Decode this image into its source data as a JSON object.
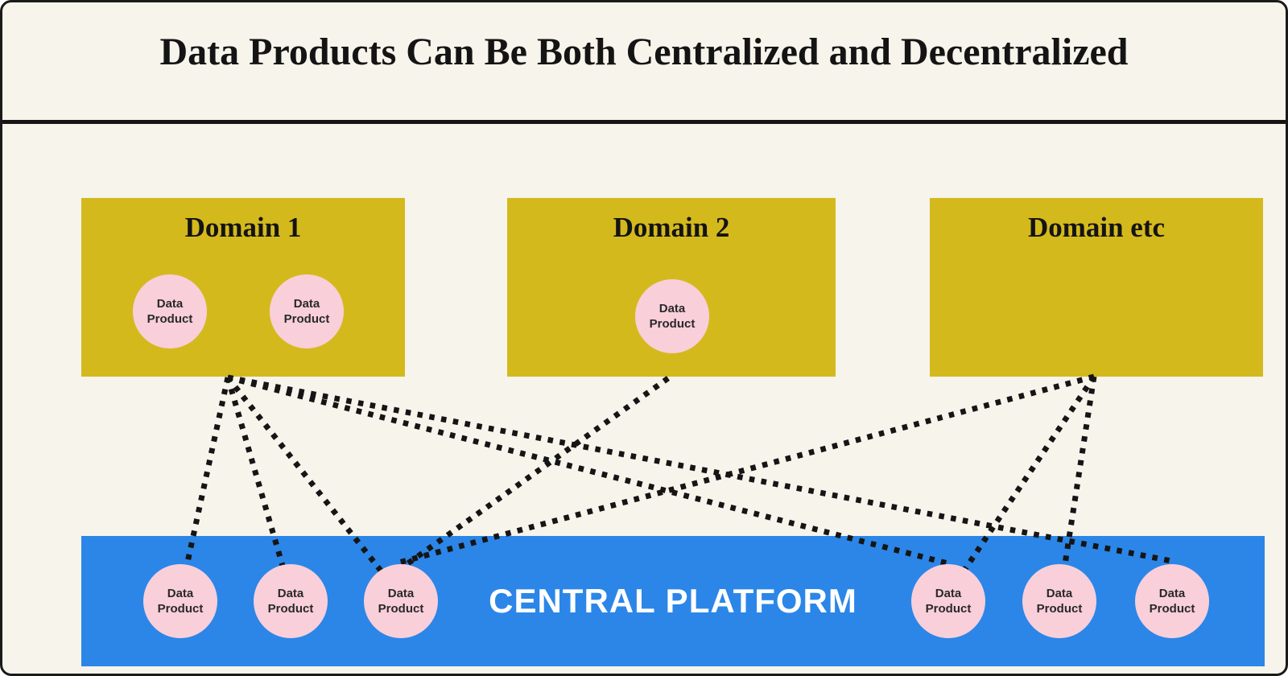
{
  "title": "Data Products Can Be Both Centralized and Decentralized",
  "domains": [
    {
      "id": "domain-1",
      "label": "Domain 1",
      "products": [
        "Data Product",
        "Data Product"
      ]
    },
    {
      "id": "domain-2",
      "label": "Domain 2",
      "products": [
        "Data Product"
      ]
    },
    {
      "id": "domain-etc",
      "label": "Domain etc",
      "products": []
    }
  ],
  "platform": {
    "label": "CENTRAL PLATFORM",
    "products": [
      "Data Product",
      "Data Product",
      "Data Product",
      "Data Product",
      "Data Product",
      "Data Product"
    ]
  },
  "connections": [
    {
      "from": "domain-1",
      "to": "platform-product-1"
    },
    {
      "from": "domain-1",
      "to": "platform-product-2"
    },
    {
      "from": "domain-1",
      "to": "platform-product-3"
    },
    {
      "from": "domain-1",
      "to": "platform-product-4"
    },
    {
      "from": "domain-1",
      "to": "platform-product-6"
    },
    {
      "from": "domain-2",
      "to": "platform-product-3"
    },
    {
      "from": "domain-etc",
      "to": "platform-product-3"
    },
    {
      "from": "domain-etc",
      "to": "platform-product-4"
    },
    {
      "from": "domain-etc",
      "to": "platform-product-5"
    }
  ],
  "colors": {
    "background": "#f7f4ec",
    "domain_box": "#d4b91d",
    "platform_bar": "#2b86e8",
    "product_circle": "#f9cfda",
    "line_ink": "#151515",
    "platform_label_text": "#ffffff"
  }
}
